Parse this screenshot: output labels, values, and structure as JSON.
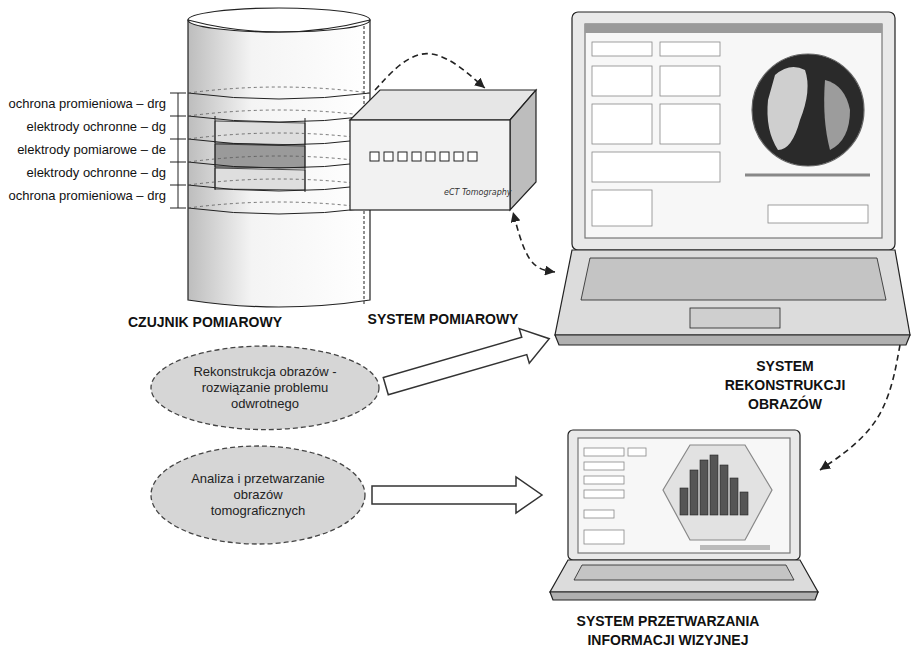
{
  "diagram": {
    "nodes": [
      {
        "text": [
          "CZUJNIK POMIAROWY"
        ]
      },
      {
        "text": [
          "eCT Tomography",
          "SYSTEM POMIAROWY"
        ]
      },
      {
        "text": [
          "SYSTEM REKONSTRUKCJI OBRAZÓW"
        ]
      },
      {
        "text": [
          "SYSTEM PRZETWARZANIA INFORMACJI WIZYJNEJ"
        ]
      },
      {
        "text": [
          "Rekonstrukcja obrazów - rozwiązanie problemu odwrotnego"
        ]
      },
      {
        "text": [
          "Analiza i przetwarzanie obrazów tomograficznych"
        ]
      }
    ],
    "edges": [
      {
        "from": 0,
        "to": 1,
        "arrow": "to"
      },
      {
        "from": 2,
        "to": 1,
        "arrow": "both"
      },
      {
        "from": 2,
        "to": 3,
        "arrow": "to"
      },
      {
        "from": 4,
        "to": 2,
        "arrow": "to"
      },
      {
        "from": 5,
        "to": 3,
        "arrow": "to"
      }
    ],
    "labels": [
      "ochrona promieniowa – drg",
      "elektrody ochronne – dg",
      "elektrody pomiarowe – de",
      "elektrody ochronne – dg",
      "ochrona promieniowa – drg"
    ]
  }
}
